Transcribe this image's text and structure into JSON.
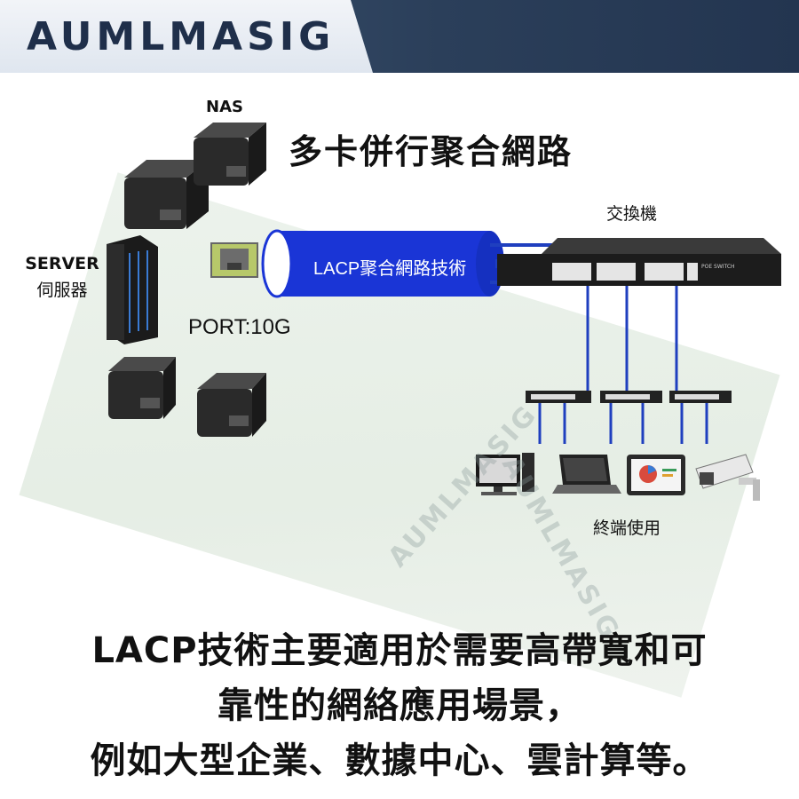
{
  "brand": {
    "name": "AUMLMASIG"
  },
  "diagram": {
    "title": "多卡併行聚合網路",
    "nas_label": "NAS",
    "switch_label": "交換機",
    "server_label": "SERVER",
    "server_sublabel": "伺服器",
    "lacp_label": "LACP聚合網路技術",
    "port_label": "PORT:10G",
    "terminal_label": "終端使用",
    "switch_badge": "POE SWITCH",
    "watermark": "AUMLMASIG"
  },
  "caption": {
    "line1": "LACP技術主要適用於需要高帶寬和可",
    "line2": "靠性的網絡應用場景，",
    "line3": "例如大型企業、數據中心、雲計算等。"
  },
  "colors": {
    "header": "#2b3f5a",
    "accent_blue": "#1a35d6",
    "cable": "#1f3fbf"
  }
}
